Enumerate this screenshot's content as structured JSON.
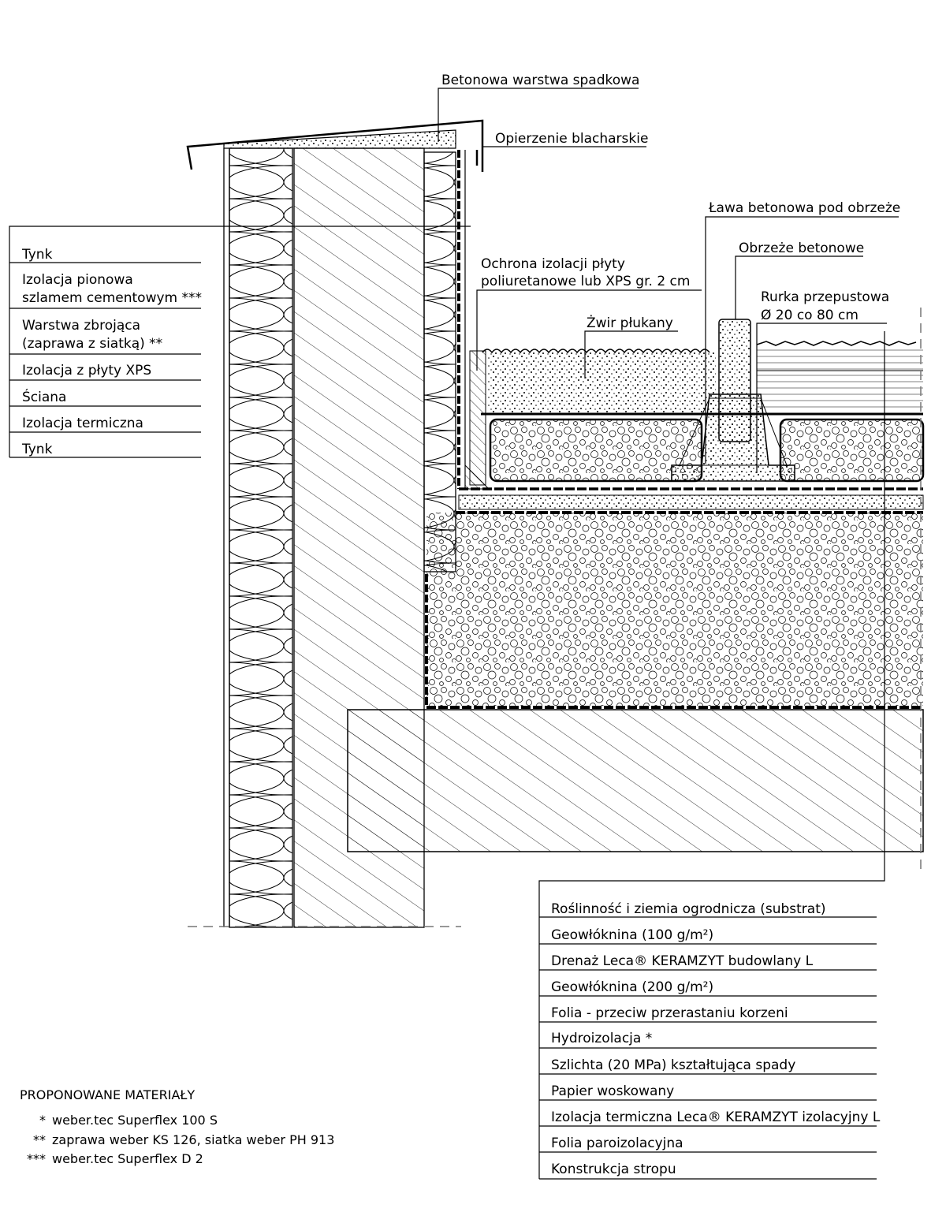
{
  "labels": {
    "betonowa_warstwa": "Betonowa warstwa spadkowa",
    "opierzenie": "Opierzenie blacharskie",
    "lawa": "Ława betonowa pod obrzeże",
    "obrzeze": "Obrzeże betonowe",
    "ochrona_1": "Ochrona izolacji płyty",
    "ochrona_2": "poliuretanowe lub XPS gr. 2 cm",
    "rurka_1": "Rurka przepustowa",
    "rurka_2": "Ø 20 co 80 cm",
    "zwir": "Żwir płukany"
  },
  "wall_layers": [
    "Tynk",
    "Izolacja pionowa",
    "szlamem cementowym ***",
    "Warstwa zbrojąca",
    "(zaprawa z siatką) **",
    "Izolacja z płyty XPS",
    "Ściana",
    "Izolacja termiczna",
    "Tynk"
  ],
  "roof_layers": [
    "Roślinność i ziemia ogrodnicza (substrat)",
    "Geowłóknina (100 g/m²)",
    "Drenaż Leca® KERAMZYT budowlany L",
    "Geowłóknina (200 g/m²)",
    "Folia - przeciw przerastaniu korzeni",
    "Hydroizolacja *",
    "Szlichta (20 MPa) kształtująca spady",
    "Papier woskowany",
    "Izolacja termiczna Leca® KERAMZYT izolacyjny L",
    "Folia paroizolacyjna",
    "Konstrukcja stropu"
  ],
  "materials": {
    "title": "PROPONOWANE MATERIAŁY",
    "items": [
      {
        "mark": "*",
        "text": "weber.tec Superflex 100 S"
      },
      {
        "mark": "**",
        "text": "zaprawa weber KS 126, siatka weber PH 913"
      },
      {
        "mark": "***",
        "text": "weber.tec Superflex D 2"
      }
    ]
  }
}
